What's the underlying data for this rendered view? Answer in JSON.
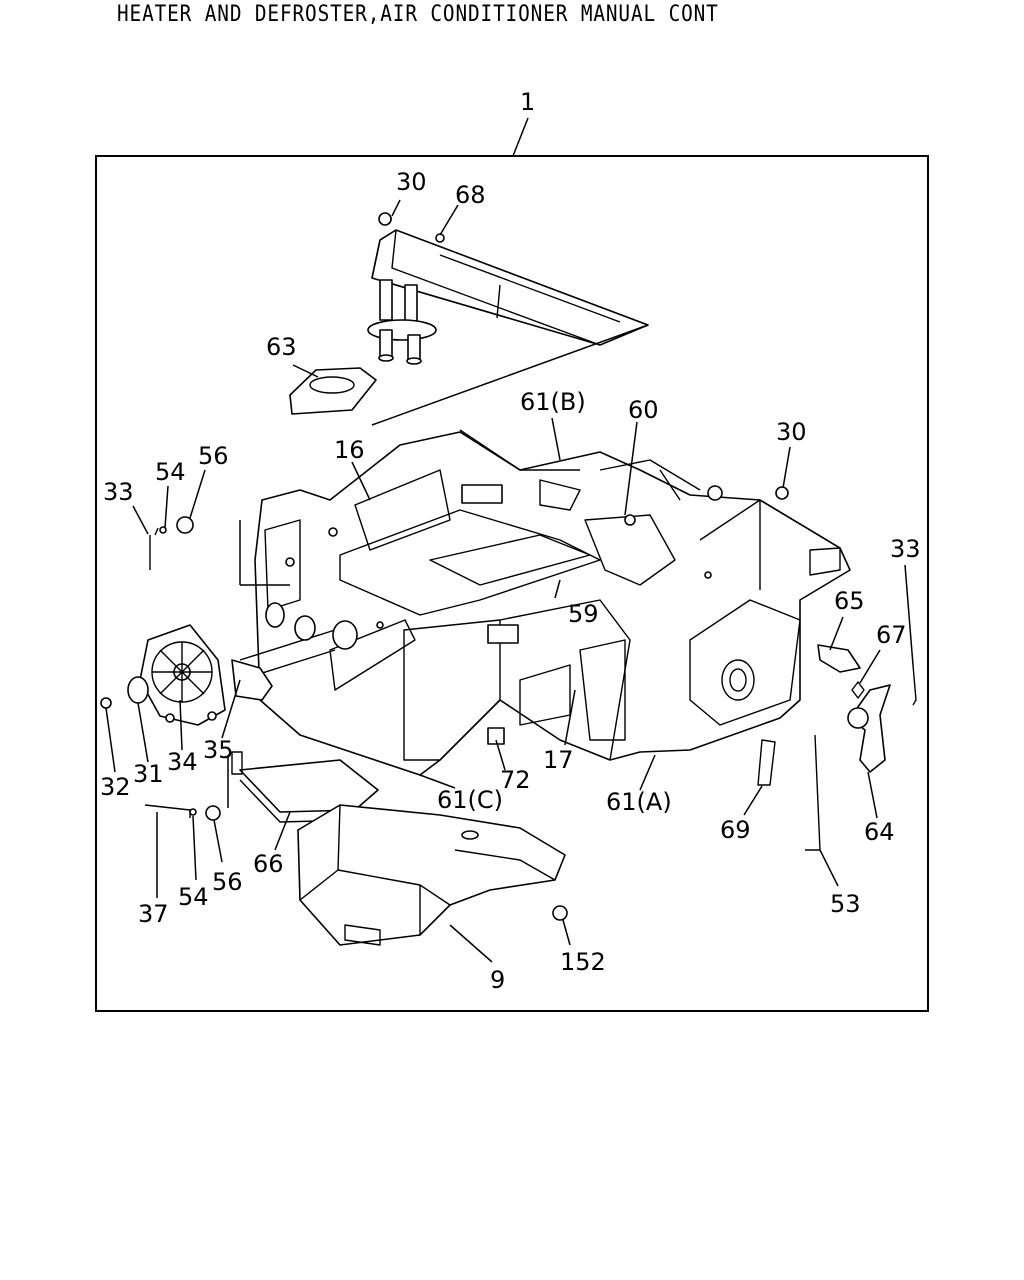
{
  "title": "HEATER AND DEFROSTER,AIR CONDITIONER MANUAL CONT",
  "callouts": {
    "c1": "1",
    "c30a": "30",
    "c68": "68",
    "c63": "63",
    "c61b": "61(B)",
    "c60": "60",
    "c30b": "30",
    "c16": "16",
    "c54a": "54",
    "c56a": "56",
    "c33a": "33",
    "c33b": "33",
    "c65": "65",
    "c67": "67",
    "c59": "59",
    "c35": "35",
    "c34": "34",
    "c32": "32",
    "c31": "31",
    "c72": "72",
    "c17": "17",
    "c61c": "61(C)",
    "c61a": "61(A)",
    "c69": "69",
    "c64": "64",
    "c53": "53",
    "c66": "66",
    "c56b": "56",
    "c54b": "54",
    "c37": "37",
    "c152": "152",
    "c9": "9"
  }
}
